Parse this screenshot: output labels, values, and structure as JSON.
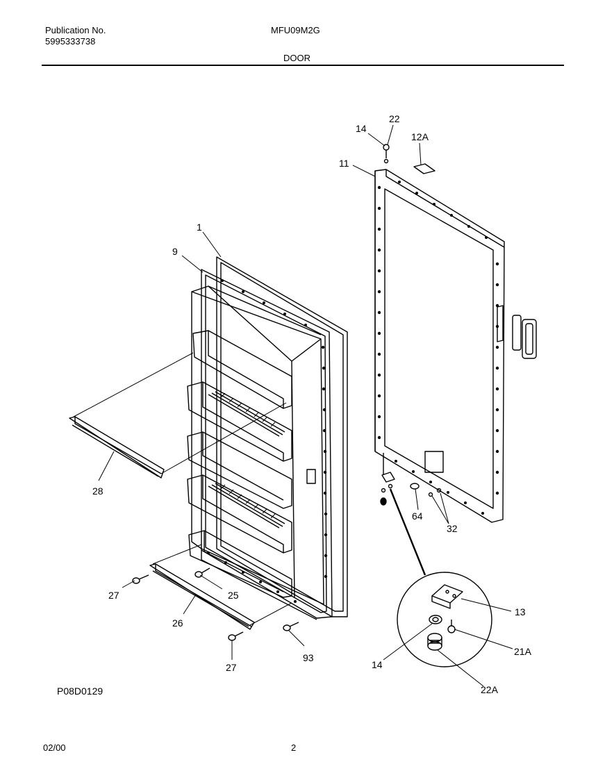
{
  "header": {
    "publication_label": "Publication No.",
    "publication_number": "5995333738",
    "model": "MFU09M2G",
    "section": "DOOR"
  },
  "diagram": {
    "callouts": {
      "c1": "1",
      "c9": "9",
      "c28": "28",
      "c27a": "27",
      "c25": "25",
      "c26": "26",
      "c27b": "27",
      "c93": "93",
      "c14a": "14",
      "c22": "22",
      "c12A": "12A",
      "c11": "11",
      "c64": "64",
      "c32": "32",
      "c13": "13",
      "c21A": "21A",
      "c14b": "14",
      "c22A": "22A"
    },
    "figure_code": "P08D0129"
  },
  "footer": {
    "date": "02/00",
    "page": "2"
  }
}
